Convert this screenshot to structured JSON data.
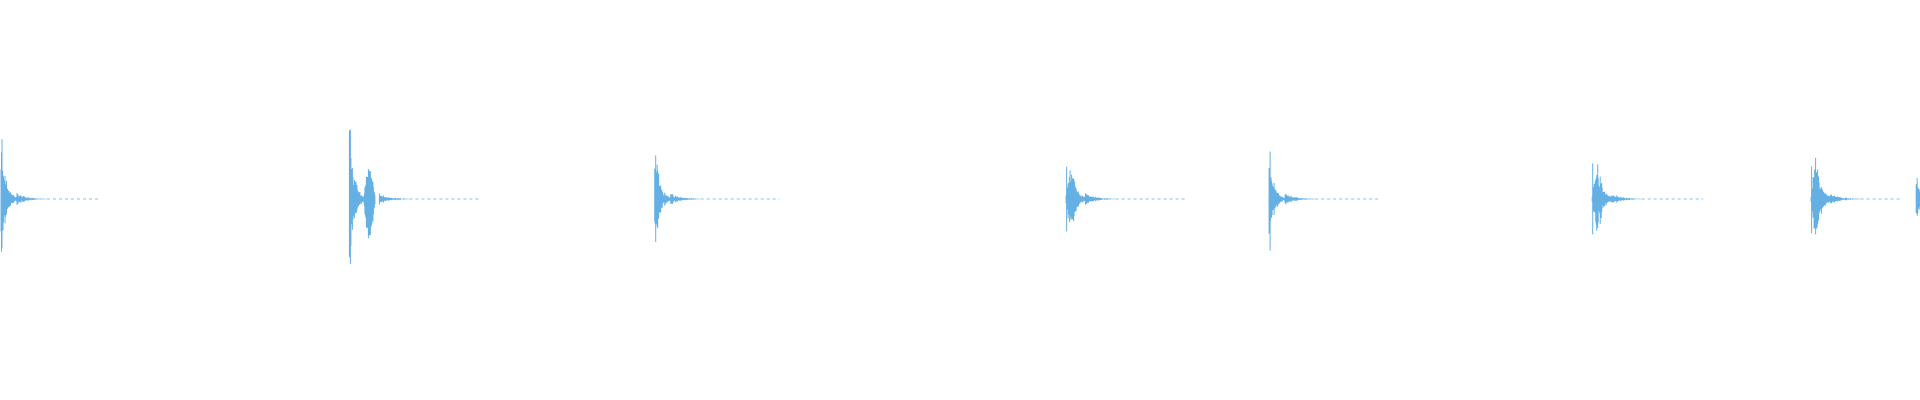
{
  "waveform": {
    "color": "#64b0e4",
    "background": "#ffffff",
    "events": [
      {
        "position": 0.0,
        "intensity": 1.0,
        "tail_length": 0.052,
        "shape": "sharp"
      },
      {
        "position": 0.182,
        "intensity": 1.15,
        "tail_length": 0.068,
        "shape": "double"
      },
      {
        "position": 0.341,
        "intensity": 0.9,
        "tail_length": 0.065,
        "shape": "sharp"
      },
      {
        "position": 0.555,
        "intensity": 0.55,
        "tail_length": 0.063,
        "shape": "soft"
      },
      {
        "position": 0.661,
        "intensity": 0.78,
        "tail_length": 0.058,
        "shape": "sharp"
      },
      {
        "position": 0.829,
        "intensity": 0.6,
        "tail_length": 0.058,
        "shape": "soft"
      },
      {
        "position": 0.943,
        "intensity": 0.62,
        "tail_length": 0.047,
        "shape": "soft"
      },
      {
        "position": 0.998,
        "intensity": 0.35,
        "tail_length": 0.0,
        "shape": "sharp"
      }
    ]
  }
}
